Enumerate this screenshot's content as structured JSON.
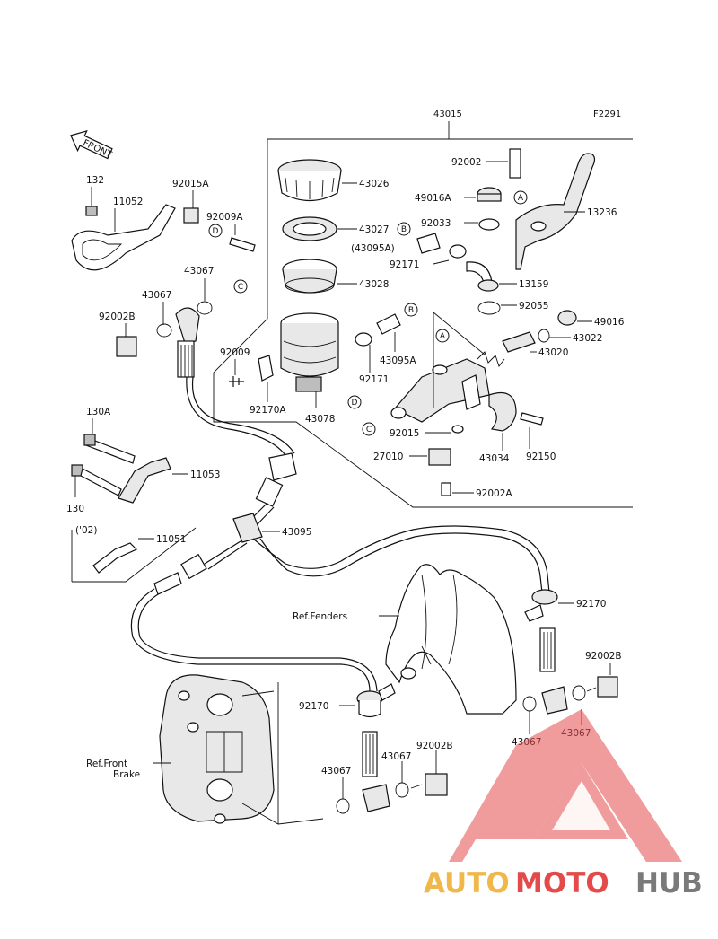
{
  "figure_code": "F2291",
  "assembly_part": "43015",
  "parts": {
    "p43026": "43026",
    "p43027": "43027",
    "p43028": "43028",
    "p43078": "43078",
    "p92009": "92009",
    "p92170A": "92170A",
    "p92171_left": "92171",
    "p43095A": "43095A",
    "p92002": "92002",
    "p49016A": "49016A",
    "p92033": "92033",
    "p43095A_paren": "(43095A)",
    "p92171": "92171",
    "p13159": "13159",
    "p13236": "13236",
    "p92055": "92055",
    "p49016": "49016",
    "p43022": "43022",
    "p43020": "43020",
    "p92015": "92015",
    "p27010": "27010",
    "p43034": "43034",
    "p92150": "92150",
    "p92002A": "92002A",
    "p132": "132",
    "p11052": "11052",
    "p92015A": "92015A",
    "p92009A": "92009A",
    "p43067_top": "43067",
    "p43067_left": "43067",
    "p92002B_top": "92002B",
    "p130A": "130A",
    "p11053": "11053",
    "p130": "130",
    "p11051": "11051",
    "p43095": "43095",
    "p92170_right": "92170",
    "p92002B_right": "92002B",
    "p43067_r1": "43067",
    "p43067_r2": "43067",
    "p92170_left": "92170",
    "p92002B_bottom": "92002B",
    "p43067_b1": "43067",
    "p43067_b2": "43067"
  },
  "year_note": "('02)",
  "front_arrow": "FRONT",
  "refs": {
    "fenders": "Ref.Fenders",
    "front_brake_1": "Ref.Front",
    "front_brake_2": "Brake"
  },
  "callouts": {
    "A": "A",
    "B": "B",
    "C": "C",
    "D": "D"
  },
  "watermark": {
    "part1": "AUTO",
    "part2": "MOTO",
    "part3": "HUB",
    "color1": "#f0b84a",
    "color2": "#e44a4a",
    "color3": "#7a7a7a"
  }
}
